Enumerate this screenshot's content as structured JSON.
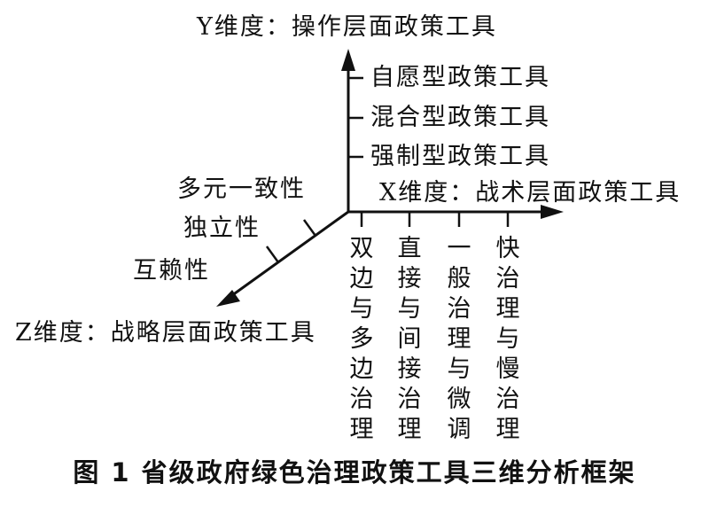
{
  "y_axis": {
    "title": "Y维度：操作层面政策工具",
    "ticks": [
      "自愿型政策工具",
      "混合型政策工具",
      "强制型政策工具"
    ]
  },
  "x_axis": {
    "title": "X维度：战术层面政策工具",
    "ticks": [
      "双边与多边治理",
      "直接与间接治理",
      "一般治理与微调",
      "快治理与慢治理"
    ]
  },
  "z_axis": {
    "title": "Z维度：战略层面政策工具",
    "ticks": [
      "多元一致性",
      "独立性",
      "互赖性"
    ]
  },
  "caption": "图 1    省级政府绿色治理政策工具三维分析框架"
}
